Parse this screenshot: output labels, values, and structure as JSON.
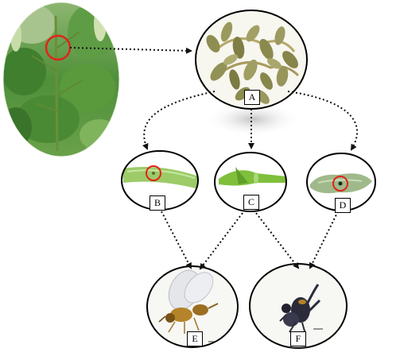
{
  "labels": {
    "a": "A",
    "b": "B",
    "c": "C",
    "d": "D",
    "e": "E",
    "f": "F"
  },
  "colors": {
    "highlight_ring": "#e2231a",
    "arrow": "#111111",
    "foliage": "#4f8f3a",
    "stem": "#8fbf55",
    "fruit": "#8a8a4a",
    "insect_dark": "#2b2b3a",
    "insect_amber": "#b5832a"
  }
}
